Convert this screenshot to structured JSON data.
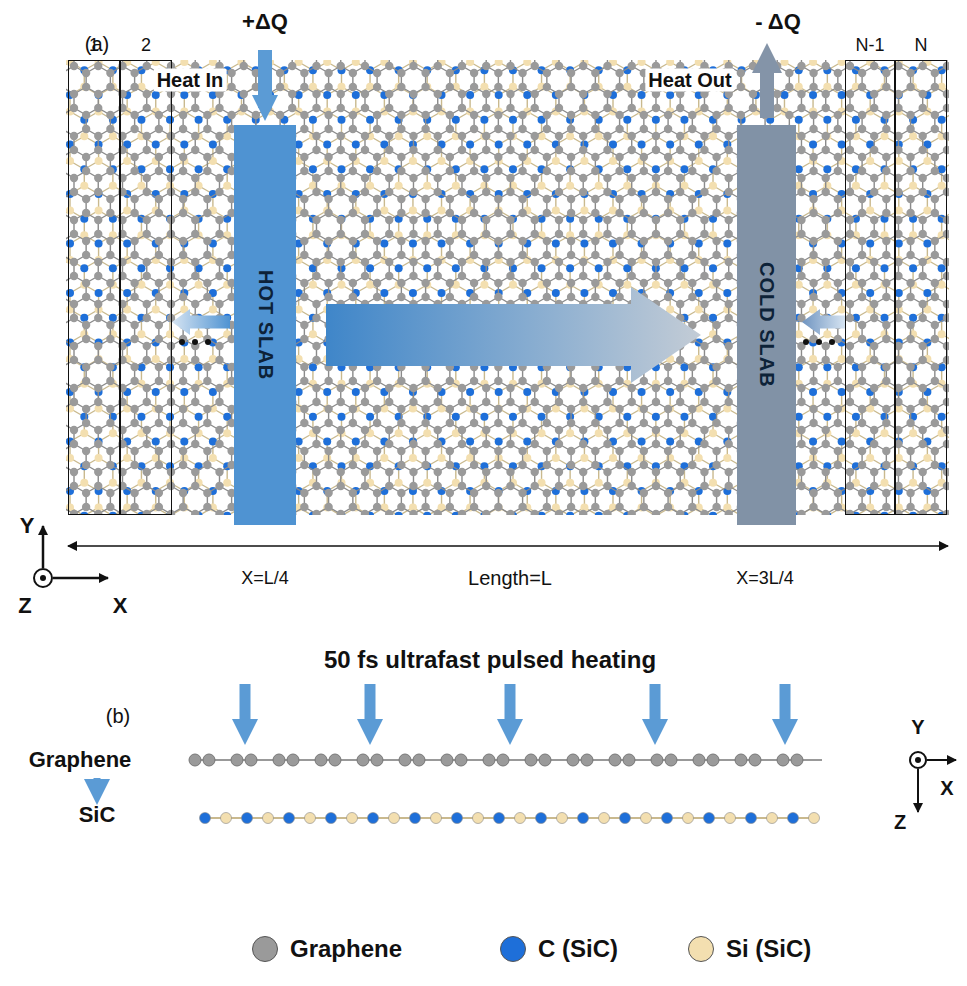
{
  "diagram": {
    "nodes": [
      {
        "text": [
          "1"
        ]
      },
      {
        "text": [
          "2"
        ]
      },
      {
        "text": [
          "HOT SLAB"
        ]
      },
      {
        "text": [
          "COLD SLAB"
        ]
      },
      {
        "text": [
          "N-1"
        ]
      },
      {
        "text": [
          "N"
        ]
      }
    ],
    "edges": [
      {
        "from": 2,
        "to": 3,
        "arrow": "to"
      },
      {
        "from": 2,
        "to": 1,
        "arrow": "to"
      },
      {
        "from": 4,
        "to": 3,
        "arrow": "to"
      }
    ],
    "labels": [
      "(a)",
      "+ΔQ",
      "Heat In",
      "- ΔQ",
      "Heat Out",
      "X=L/4",
      "Length=L",
      "X=3L/4",
      "Y",
      "Z",
      "X",
      "50 fs ultrafast pulsed heating",
      "(b)",
      "Graphene",
      "SiC",
      "Y",
      "X",
      "Z"
    ],
    "legend": [
      {
        "text": "Graphene",
        "color": "#9a9a9a"
      },
      {
        "text": "C (SiC)",
        "color": "#1e6fd9"
      },
      {
        "text": "Si (SiC)",
        "color": "#f3dfb0"
      }
    ]
  }
}
